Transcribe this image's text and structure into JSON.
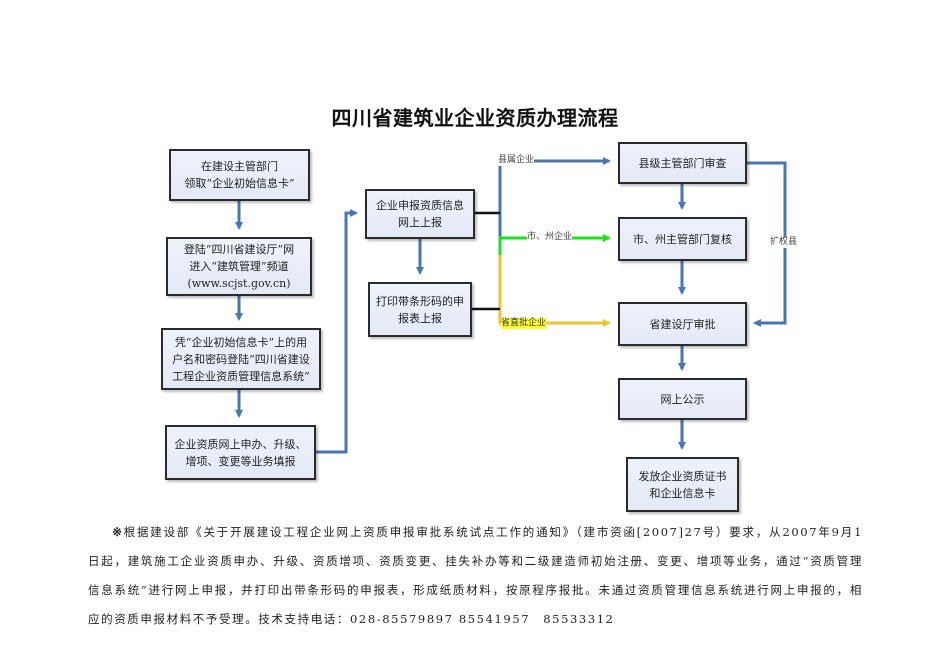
{
  "title": "四川省建筑业企业资质办理流程",
  "left_steps": [
    "在建设主管部门\n领取“企业初始信息卡”",
    "登陆“四川省建设厅”网\n进入“建筑管理”频道\n(www.scjst.gov.cn)",
    "凭“企业初始信息卡”上的用\n户名和密码登陆“四川省建设\n工程企业资质管理信息系统”",
    "企业资质网上申办、升级、\n增项、变更等业务填报"
  ],
  "middle_steps": [
    "企业申报资质信息\n网上上报",
    "打印带条形码的申\n报表上报"
  ],
  "right_steps": [
    "县级主管部门审查",
    "市、州主管部门复核",
    "省建设厅审批",
    "网上公示",
    "发放企业资质证书\n和企业信息卡"
  ],
  "branch_labels": {
    "county": "县属企业",
    "city": "市、州企业",
    "province": "省直批企业",
    "expanded": "扩权县"
  },
  "colors": {
    "arrow_blue": "#4a74b4",
    "arrow_green": "#22dd22",
    "arrow_yellow": "#f2c230",
    "highlight": "#ffff33"
  },
  "note": {
    "marker": "※",
    "text": "根据建设部《关于开展建设工程企业网上资质申报审批系统试点工作的通知》（建市资函[2007]27号）要求，从2007年9月1日起，建筑施工企业资质申办、升级、资质增项、资质变更、挂失补办等和二级建造师初始注册、变更、增项等业务，通过“资质管理信息系统”进行网上申报，并打印出带条形码的申报表，形成纸质材料，按原程序报批。未通过资质管理信息系统进行网上申报的，相应的资质申报材料不予受理。技术支持电话：028-85579897 85541957　85533312"
  }
}
